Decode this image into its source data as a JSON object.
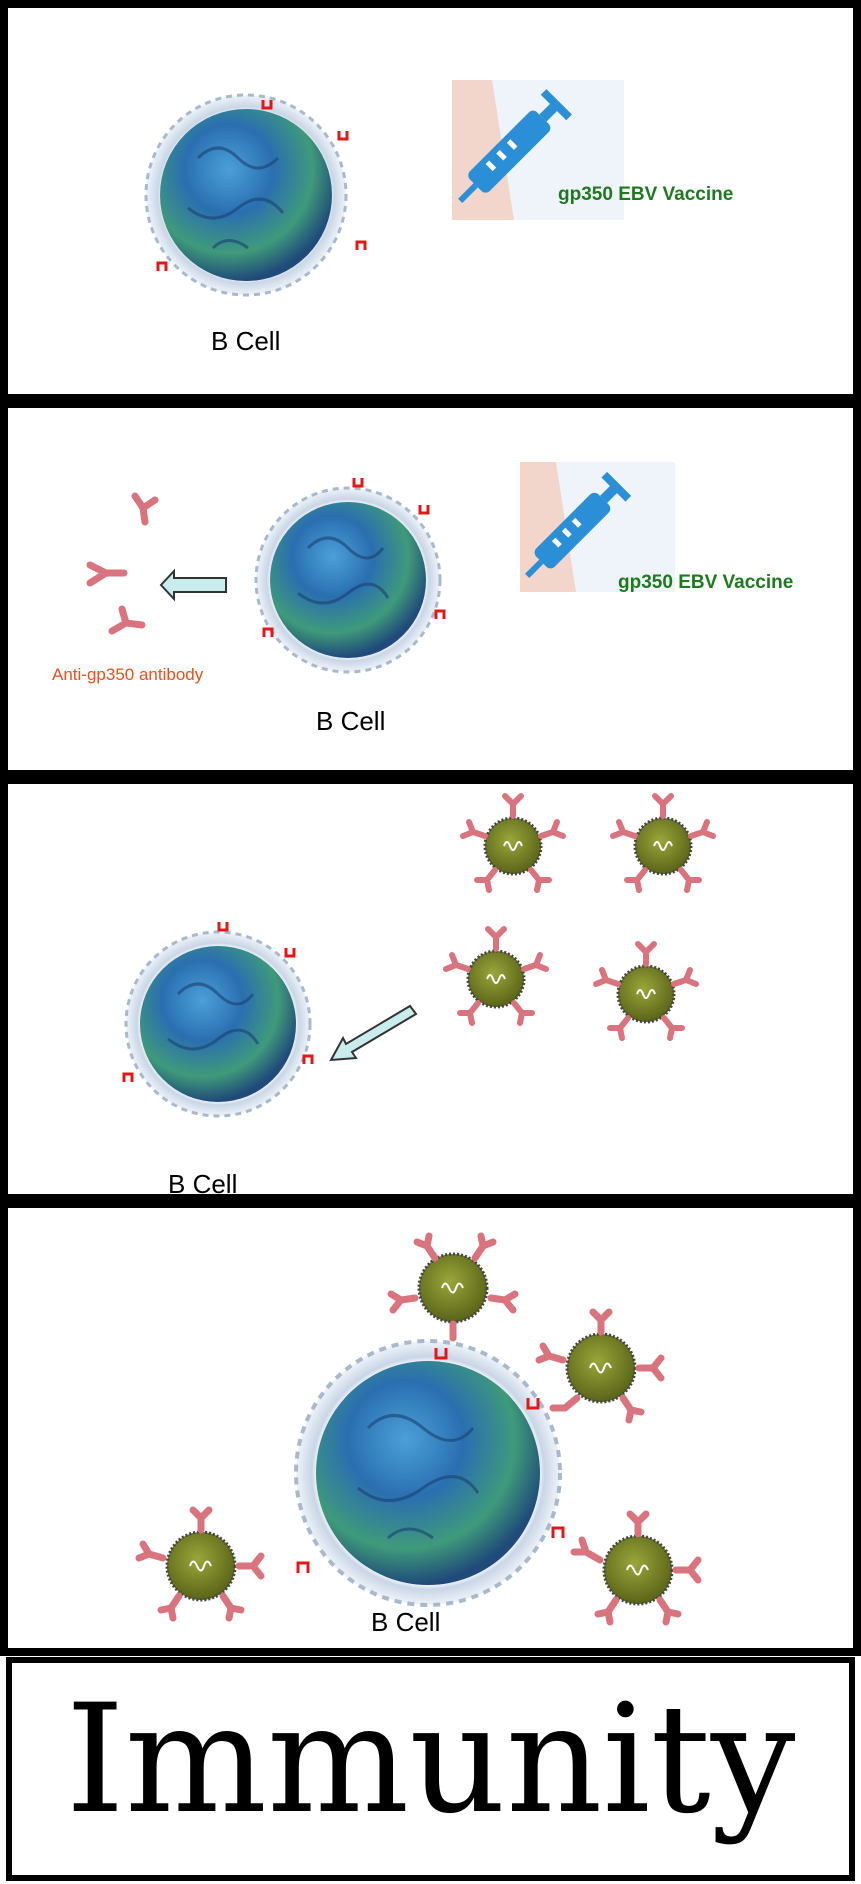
{
  "labels": {
    "b_cell": "B Cell",
    "vaccine": "gp350 EBV Vaccine",
    "antibody": "Anti-gp350 antibody",
    "title": "Immunity"
  },
  "colors": {
    "vaccine_text": "#1e7a1e",
    "antibody_text": "#e8501e",
    "syringe": "#2a8fd6",
    "receptor": "#e01818",
    "antibody": "#d9737d",
    "virion": "#6f7a22",
    "arrow_fill": "#c9ecec"
  }
}
